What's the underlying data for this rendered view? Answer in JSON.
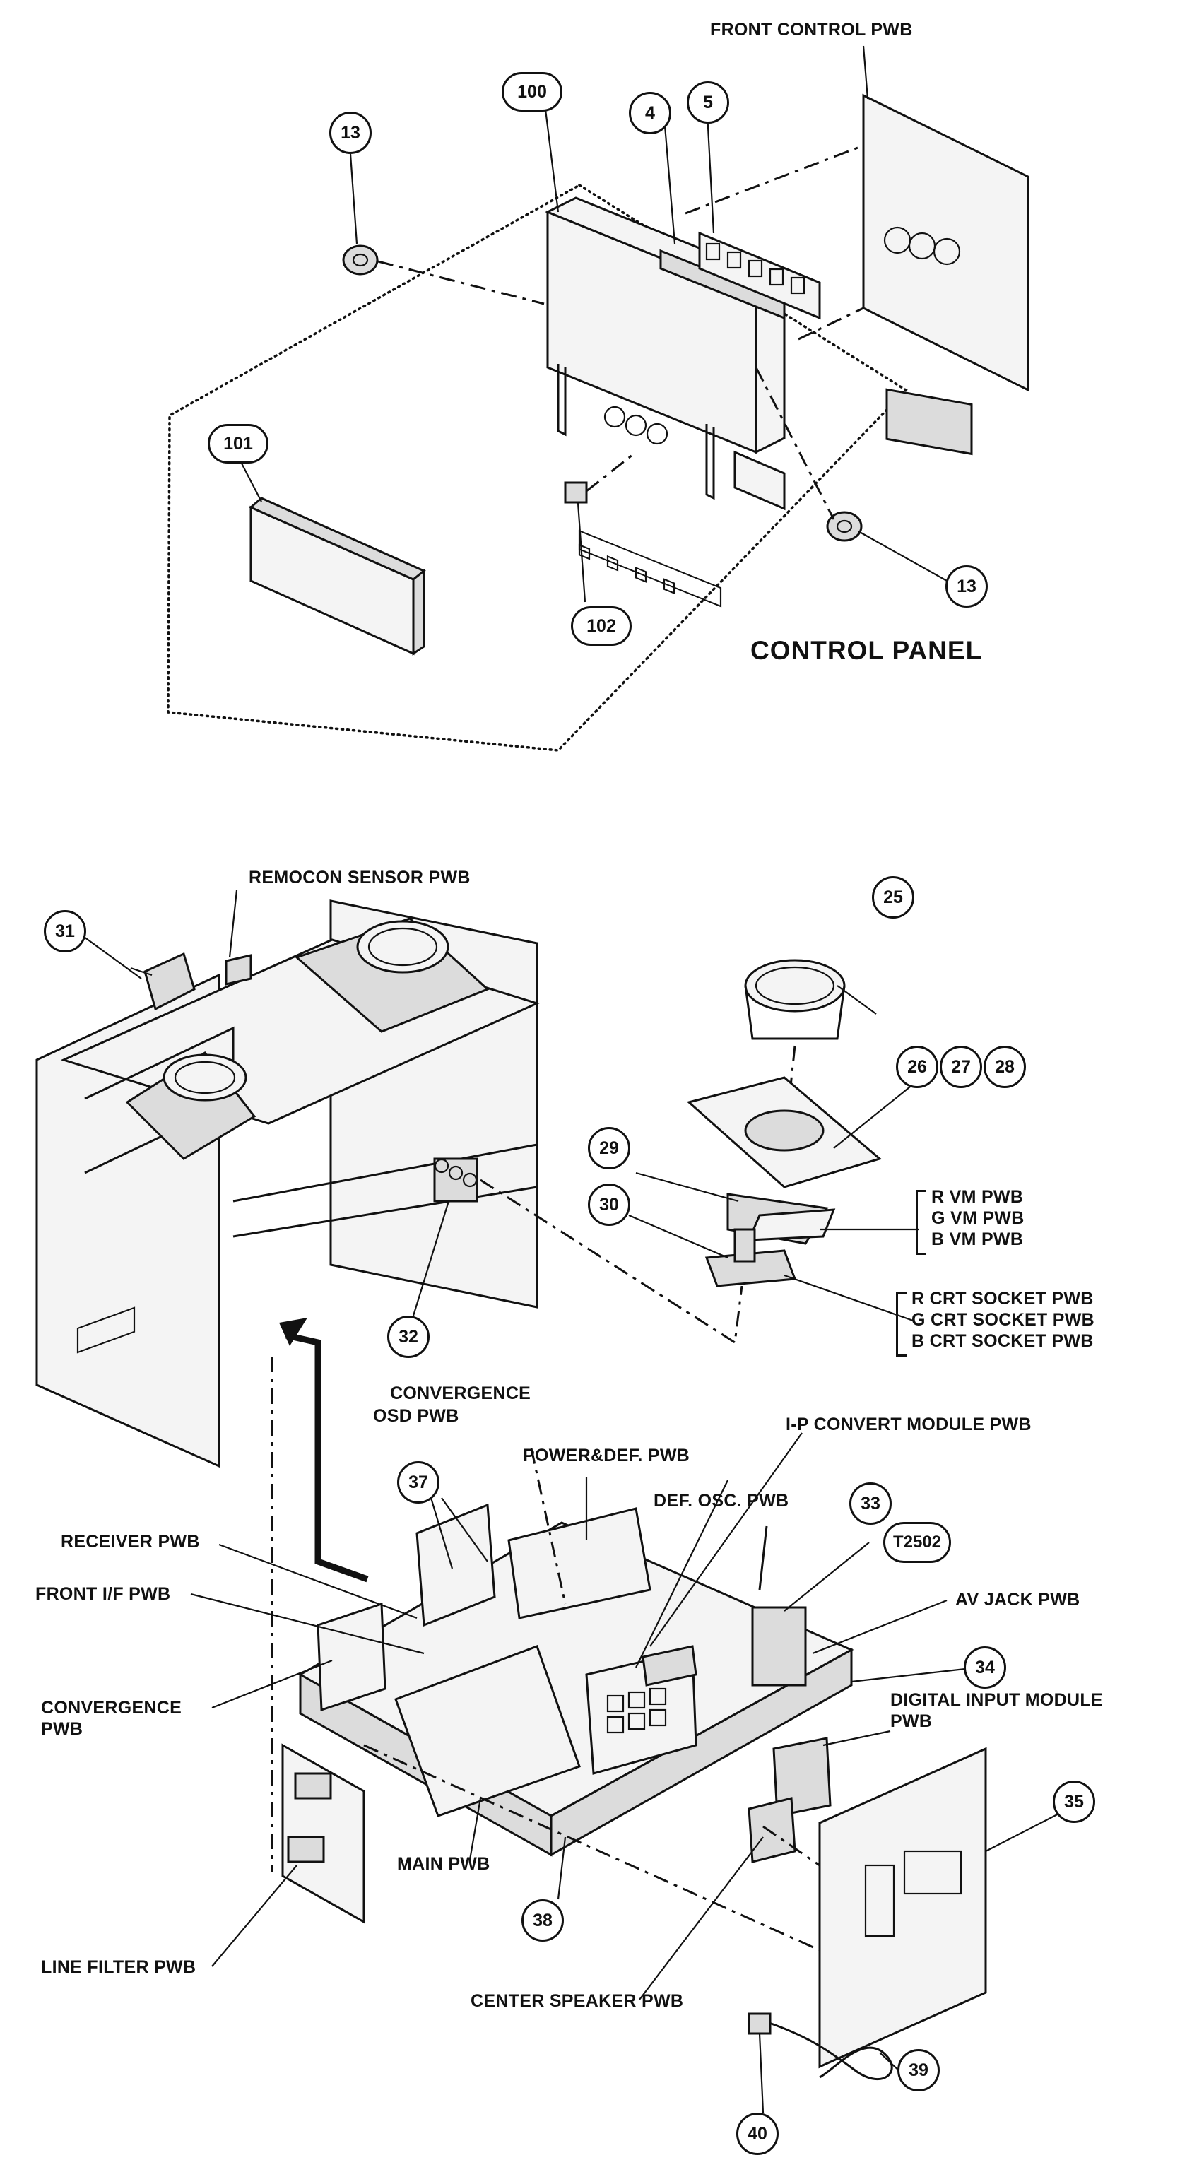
{
  "callouts": {
    "c13a": "13",
    "c100": "100",
    "c4": "4",
    "c5": "5",
    "c101": "101",
    "c102": "102",
    "c13b": "13",
    "c31": "31",
    "c25": "25",
    "c26": "26",
    "c27": "27",
    "c28": "28",
    "c29": "29",
    "c30": "30",
    "c32": "32",
    "c37": "37",
    "c33": "33",
    "t2502": "T2502",
    "c34": "34",
    "c35": "35",
    "c38": "38",
    "c39": "39",
    "c40": "40"
  },
  "labels": {
    "front_control_pwb": "FRONT CONTROL PWB",
    "control_panel": "CONTROL PANEL",
    "remocon_sensor_pwb": "REMOCON SENSOR PWB",
    "vm_pwb": [
      "R VM PWB",
      "G VM PWB",
      "B VM PWB"
    ],
    "crt_socket_pwb": [
      "R CRT SOCKET PWB",
      "G CRT SOCKET PWB",
      "B CRT SOCKET PWB"
    ],
    "convergence_osd_pwb": [
      "CONVERGENCE",
      "OSD PWB"
    ],
    "ip_convert_module_pwb": "I-P CONVERT MODULE PWB",
    "power_def_pwb": "POWER&DEF. PWB",
    "def_osc_pwb": "DEF. OSC. PWB",
    "receiver_pwb": "RECEIVER PWB",
    "front_if_pwb": "FRONT I/F PWB",
    "av_jack_pwb": "AV JACK PWB",
    "convergence_pwb": [
      "CONVERGENCE",
      "PWB"
    ],
    "digital_input_module_pwb": [
      "DIGITAL INPUT MODULE",
      "PWB"
    ],
    "main_pwb": "MAIN PWB",
    "line_filter_pwb": "LINE FILTER PWB",
    "center_speaker_pwb": "CENTER SPEAKER PWB"
  }
}
